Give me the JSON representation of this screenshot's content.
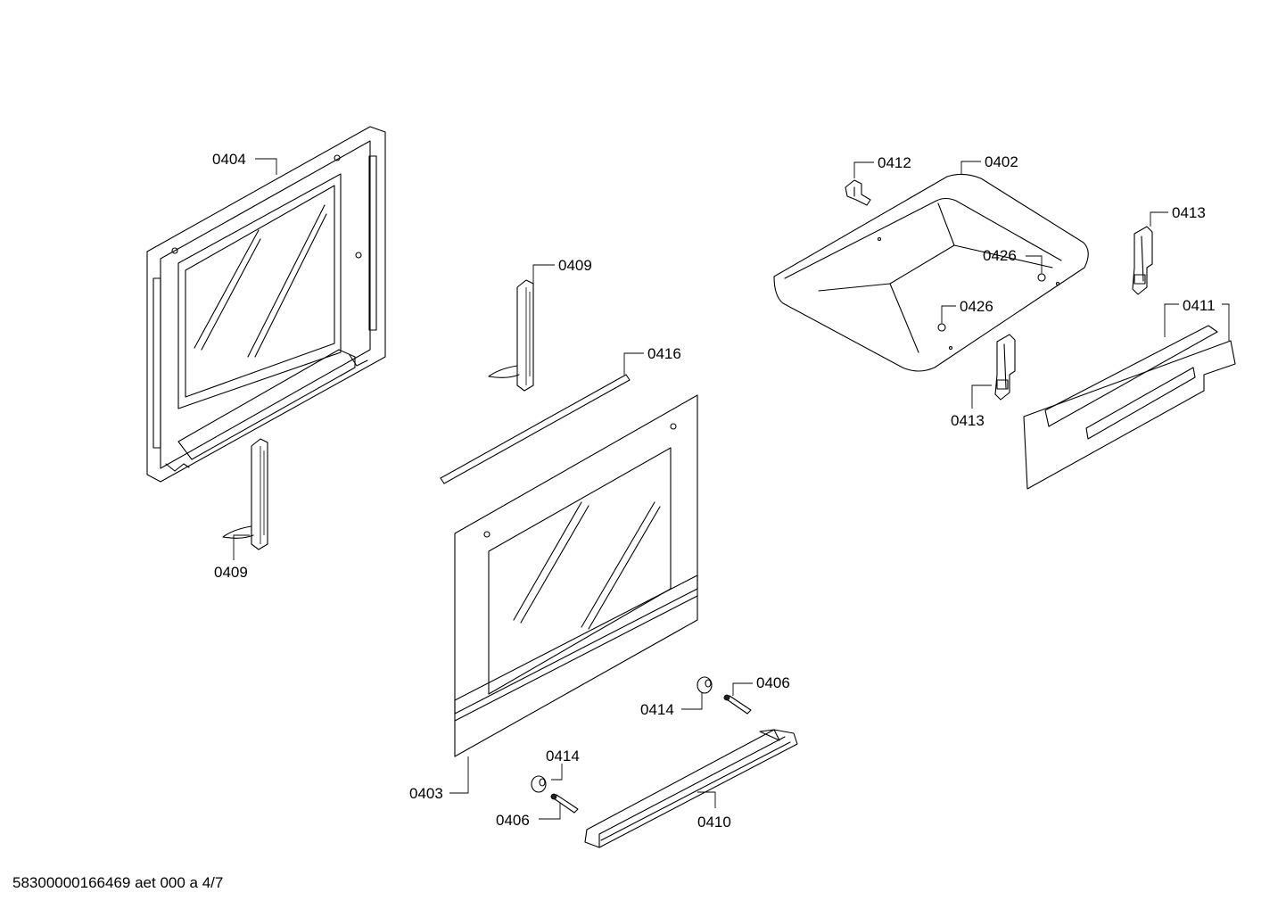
{
  "labels": {
    "p0404": "0404",
    "p0409a": "0409",
    "p0409b": "0409",
    "p0416": "0416",
    "p0403": "0403",
    "p0412": "0412",
    "p0402": "0402",
    "p0413a": "0413",
    "p0413b": "0413",
    "p0426a": "0426",
    "p0426b": "0426",
    "p0411": "0411",
    "p0414a": "0414",
    "p0414b": "0414",
    "p0406a": "0406",
    "p0406b": "0406",
    "p0410": "0410"
  },
  "footer": "58300000166469 aet 000 a 4/7"
}
